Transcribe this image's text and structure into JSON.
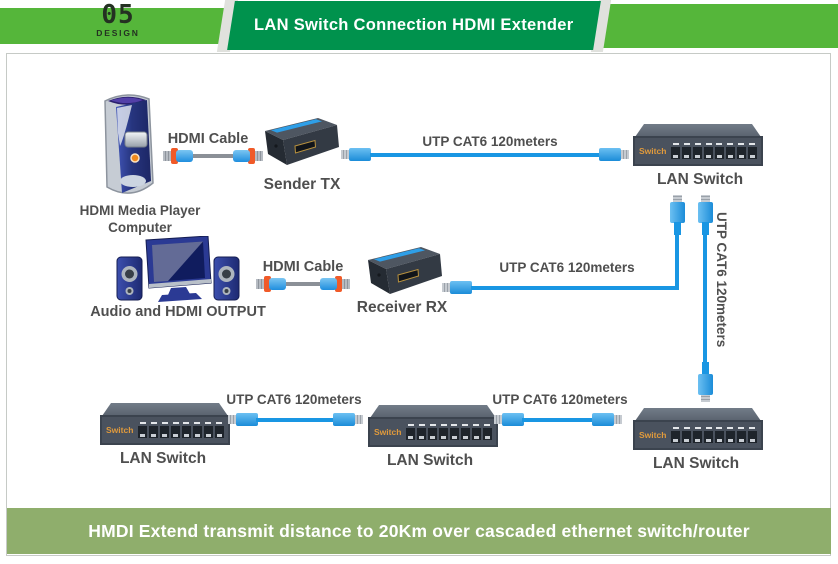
{
  "header": {
    "logo_number": "05",
    "logo_text": "DESIGN",
    "title": "LAN Switch Connection HDMI Extender"
  },
  "diagram": {
    "computer_label_line1": "HDMI Media Player",
    "computer_label_line2": "Computer",
    "audio_label": "Audio and HDMI OUTPUT",
    "hdmi_cable_label": "HDMI Cable",
    "sender_label": "Sender TX",
    "receiver_label": "Receiver RX",
    "utp_label": "UTP CAT6 120meters",
    "lan_switch_label": "LAN Switch",
    "switch_badge": "Switch"
  },
  "footer": {
    "text": "HMDI Extend transmit distance to 20Km over cascaded ethernet switch/router"
  },
  "colors": {
    "header_light_green": "#55b63a",
    "header_dark_green": "#00924d",
    "footer_green": "#8fae6c",
    "cable_blue": "#1996e3",
    "hdmi_orange": "#f05a28",
    "switch_body": "#4a525e",
    "switch_badge_orange": "#e09a3c",
    "label_gray": "#4f4f4f"
  }
}
